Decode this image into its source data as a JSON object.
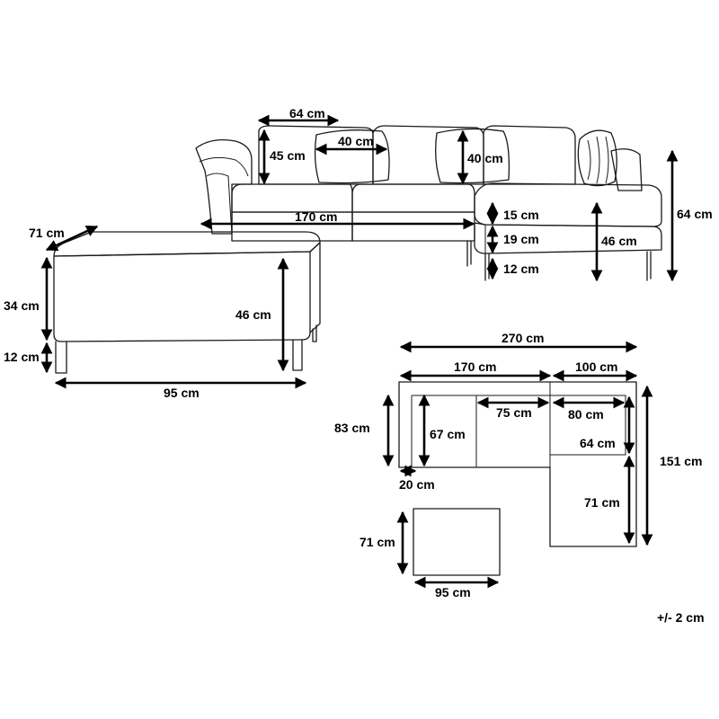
{
  "labels": {
    "sofa_pillow_width": "64 cm",
    "sofa_pillow_height": "45 cm",
    "sofa_cushion_width": "40 cm",
    "sofa_cushion_height": "40 cm",
    "sofa_seat_length": "170 cm",
    "sofa_seat_thickness": "15 cm",
    "sofa_base_height": "19 cm",
    "sofa_leg_height": "12 cm",
    "sofa_seat_height": "46 cm",
    "sofa_total_height": "64 cm",
    "ottoman_depth": "71 cm",
    "ottoman_body_height": "34 cm",
    "ottoman_leg_height": "12 cm",
    "ottoman_seat_height": "46 cm",
    "ottoman_width": "95 cm",
    "plan_total_width": "270 cm",
    "plan_main_width": "170 cm",
    "plan_chaise_width": "100 cm",
    "plan_depth": "83 cm",
    "plan_seat_depth": "67 cm",
    "plan_seat_width": "75 cm",
    "plan_chaise_seat_width": "80 cm",
    "plan_chaise_back_depth": "64 cm",
    "plan_total_depth": "151 cm",
    "plan_chaise_extension": "71 cm",
    "plan_arm_width": "20 cm",
    "plan_ottoman_depth": "71 cm",
    "plan_ottoman_width": "95 cm"
  },
  "tolerance_note": "+/- 2 cm"
}
